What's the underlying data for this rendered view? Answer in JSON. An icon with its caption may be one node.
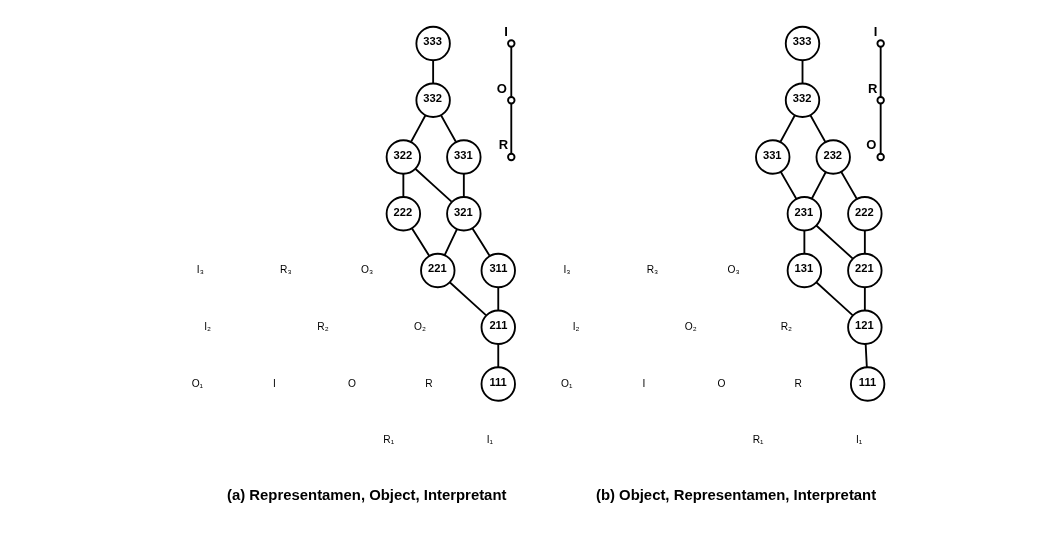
{
  "diagram": {
    "nodes": [
      {
        "text": [],
        "shape": "circle",
        "beside": [
          "I"
        ]
      },
      {
        "text": [],
        "shape": "circle",
        "beside": [
          "O"
        ]
      },
      {
        "text": [],
        "shape": "circle",
        "beside": [
          "R"
        ]
      },
      {
        "text": [
          "333"
        ]
      },
      {
        "text": [
          "332"
        ]
      },
      {
        "text": [
          "331"
        ]
      },
      {
        "text": [
          "322"
        ]
      },
      {
        "text": [
          "321"
        ]
      },
      {
        "text": [
          "222"
        ]
      },
      {
        "text": [
          "221"
        ]
      },
      {
        "text": [
          "311"
        ]
      },
      {
        "text": [
          "211"
        ]
      },
      {
        "text": [
          "111"
        ]
      },
      {
        "text": [],
        "shape": "circle",
        "beside": [
          "I"
        ]
      },
      {
        "text": [],
        "shape": "circle",
        "beside": [
          "R"
        ]
      },
      {
        "text": [],
        "shape": "circle",
        "beside": [
          "O"
        ]
      },
      {
        "text": [
          "333"
        ]
      },
      {
        "text": [
          "332"
        ]
      },
      {
        "text": [
          "331"
        ]
      },
      {
        "text": [
          "232"
        ]
      },
      {
        "text": [
          "231"
        ]
      },
      {
        "text": [
          "222"
        ]
      },
      {
        "text": [
          "131"
        ]
      },
      {
        "text": [
          "221"
        ]
      },
      {
        "text": [
          "121"
        ]
      },
      {
        "text": [
          "111"
        ]
      }
    ],
    "edges": [
      {
        "from": 0,
        "to": 1,
        "arrow": "none"
      },
      {
        "from": 1,
        "to": 2,
        "arrow": "none"
      },
      {
        "from": 3,
        "to": 4,
        "arrow": "none"
      },
      {
        "from": 4,
        "to": 5,
        "arrow": "none"
      },
      {
        "from": 4,
        "to": 6,
        "arrow": "none"
      },
      {
        "from": 5,
        "to": 7,
        "arrow": "none"
      },
      {
        "from": 6,
        "to": 7,
        "arrow": "none"
      },
      {
        "from": 6,
        "to": 8,
        "arrow": "none"
      },
      {
        "from": 7,
        "to": 9,
        "arrow": "none"
      },
      {
        "from": 7,
        "to": 10,
        "arrow": "none"
      },
      {
        "from": 8,
        "to": 9,
        "arrow": "none"
      },
      {
        "from": 9,
        "to": 11,
        "arrow": "none"
      },
      {
        "from": 10,
        "to": 11,
        "arrow": "none"
      },
      {
        "from": 11,
        "to": 12,
        "arrow": "none"
      },
      {
        "from": 13,
        "to": 14,
        "arrow": "none"
      },
      {
        "from": 14,
        "to": 15,
        "arrow": "none"
      },
      {
        "from": 16,
        "to": 17,
        "arrow": "none"
      },
      {
        "from": 17,
        "to": 18,
        "arrow": "none"
      },
      {
        "from": 17,
        "to": 19,
        "arrow": "none"
      },
      {
        "from": 18,
        "to": 20,
        "arrow": "none"
      },
      {
        "from": 19,
        "to": 20,
        "arrow": "none"
      },
      {
        "from": 19,
        "to": 21,
        "arrow": "none"
      },
      {
        "from": 20,
        "to": 22,
        "arrow": "none"
      },
      {
        "from": 20,
        "to": 23,
        "arrow": "none"
      },
      {
        "from": 21,
        "to": 23,
        "arrow": "none"
      },
      {
        "from": 22,
        "to": 24,
        "arrow": "none"
      },
      {
        "from": 23,
        "to": 24,
        "arrow": "none"
      },
      {
        "from": 24,
        "to": 25,
        "arrow": "none"
      }
    ],
    "labels": [
      "O₃",
      "R₃",
      "I₃",
      "O₂",
      "R₂",
      "I₂",
      "R",
      "O",
      "I",
      "O₁",
      "R₁",
      "I₁",
      "(a) Representamen, Object, Interpretant",
      "O₃",
      "R₃",
      "I₃",
      "R₂",
      "O₂",
      "I₂",
      "R",
      "O",
      "I",
      "O₁",
      "R₁",
      "I₁",
      "(b) Object, Representamen, Interpretant"
    ]
  }
}
